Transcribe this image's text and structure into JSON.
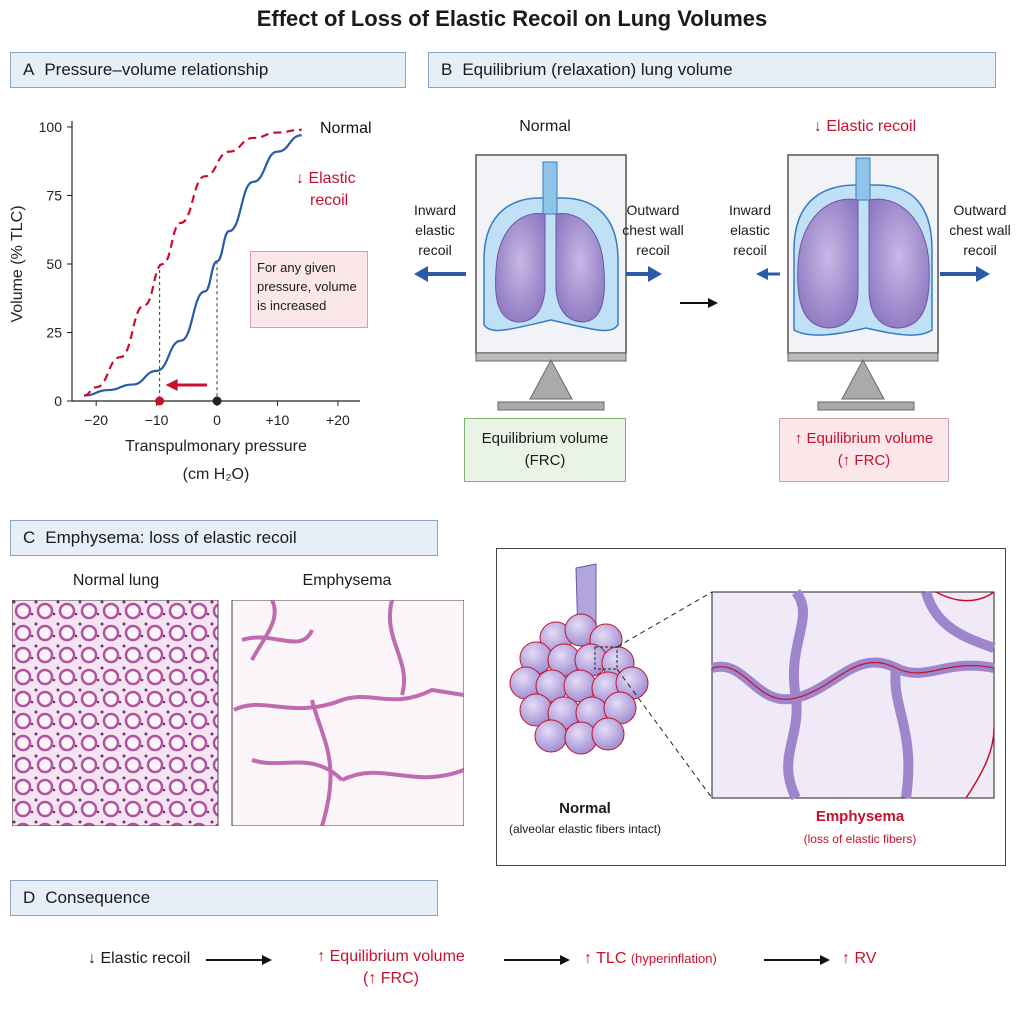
{
  "title": "Effect of Loss of Elastic Recoil on Lung Volumes",
  "panels": {
    "a": {
      "letter": "A",
      "title": "Pressure–volume relationship"
    },
    "b": {
      "letter": "B",
      "title": "Equilibrium (relaxation) lung volume"
    },
    "c": {
      "letter": "C",
      "title": "Emphysema:  loss of elastic recoil"
    },
    "d": {
      "letter": "D",
      "title": "Consequence"
    }
  },
  "chart_data": {
    "type": "line",
    "xlabel": "Transpulmonary pressure",
    "xunit": "(cm H₂O)",
    "ylabel": "Volume (% TLC)",
    "xlim": [
      -24,
      22
    ],
    "ylim": [
      0,
      100
    ],
    "x_ticks": [
      "−20",
      "−10",
      "0",
      "+10",
      "+20"
    ],
    "x_tick_values": [
      -20,
      -10,
      0,
      10,
      20
    ],
    "y_ticks": [
      0,
      25,
      50,
      75,
      100
    ],
    "series": [
      {
        "name": "Normal",
        "style": "solid",
        "color": "#2a5aa8",
        "x": [
          -22,
          -18,
          -14,
          -10,
          -6,
          -2,
          0,
          2,
          6,
          10,
          14
        ],
        "y": [
          2,
          4,
          6,
          11,
          22,
          40,
          51,
          62,
          80,
          91,
          97
        ]
      },
      {
        "name": "↓ Elastic recoil",
        "style": "dashed",
        "color": "#c8102e",
        "x": [
          -22,
          -20,
          -16,
          -12,
          -9,
          -6,
          -2,
          2,
          6,
          10,
          14
        ],
        "y": [
          2,
          5,
          16,
          35,
          50,
          65,
          82,
          91,
          96,
          98,
          99
        ]
      }
    ],
    "annotation": "For any given pressure, volume is increased",
    "series_labels": {
      "normal": "Normal",
      "reduced_line1": "↓ Elastic",
      "reduced_line2": "recoil"
    },
    "guides": [
      {
        "x": -9.5,
        "y": 50
      },
      {
        "x": 0,
        "y": 51
      }
    ],
    "shift_arrow": {
      "from_x": 0,
      "to_x": -9.5,
      "y": 0
    }
  },
  "panel_b": {
    "normal": {
      "heading": "Normal",
      "left_label": [
        "Inward",
        "elastic",
        "recoil"
      ],
      "right_label": [
        "Outward",
        "chest wall",
        "recoil"
      ],
      "box": [
        "Equilibrium volume",
        "(FRC)"
      ]
    },
    "reduced": {
      "heading": "↓ Elastic recoil",
      "left_label": [
        "Inward",
        "elastic",
        "recoil"
      ],
      "right_label": [
        "Outward",
        "chest wall",
        "recoil"
      ],
      "box": [
        "↑ Equilibrium volume",
        "(↑ FRC)"
      ]
    },
    "arrow": "→"
  },
  "panel_c": {
    "normal_lung": "Normal lung",
    "emphysema": "Emphysema",
    "inset_normal": "Normal",
    "inset_normal_sub": "(alveolar elastic fibers intact)",
    "inset_emphysema": "Emphysema",
    "inset_emphysema_sub": "(loss of elastic fibers)"
  },
  "panel_d": {
    "step1": "↓ Elastic recoil",
    "step2_line1": "↑ Equilibrium volume",
    "step2_line2": "(↑ FRC)",
    "step3_main": "↑ TLC",
    "step3_sub": "(hyperinflation)",
    "step4": "↑ RV",
    "arrow": "→"
  },
  "colors": {
    "accent_red": "#c8102e",
    "blue": "#2a5aa8",
    "head_bg": "#e6eef8",
    "green_box": "#e9f4e6",
    "pink_box": "#fbe7ea"
  }
}
